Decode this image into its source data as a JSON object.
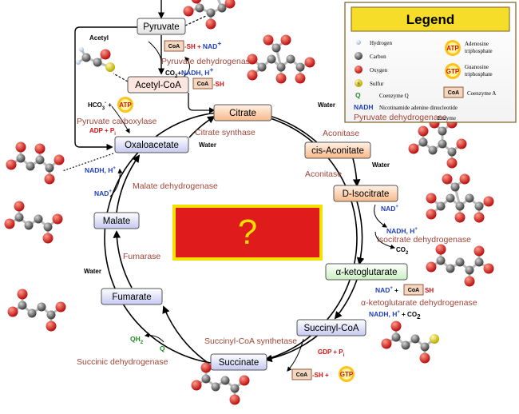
{
  "metabolites": {
    "pyruvate": "Pyruvate",
    "acetyl_coa": "Acetyl-CoA",
    "citrate": "Citrate",
    "cis_aconitate": "cis-Aconitate",
    "d_isocitrate": "D-Isocitrate",
    "alpha_ketoglutarate": "α-ketoglutarate",
    "succinyl_coa": "Succinyl-CoA",
    "succinate": "Succinate",
    "fumarate": "Fumarate",
    "malate": "Malate",
    "oxaloacetate": "Oxaloacetate"
  },
  "enzymes": {
    "pyruvate_dehydrogenase": "Pyruvate dehydrogenase",
    "pyruvate_carboxylase": "Pyruvate carboxylase",
    "citrate_synthase": "Citrate synthase",
    "aconitase_1": "Aconitase",
    "aconitase_2": "Aconitase",
    "isocitrate_dehydrogenase": "Isocitrate dehydrogenase",
    "akg_dehydrogenase": "α-ketoglutarate dehydrogenase",
    "succinyl_coa_synthetase": "Succinyl-CoA synthetase",
    "succinic_dehydrogenase": "Succinic dehydrogenase",
    "fumarase": "Fumarase",
    "malate_dehydrogenase": "Malate dehydrogenase"
  },
  "cofactors": {
    "pdh_sh": "-SH + ",
    "pdh_nad": "NAD",
    "pdh_nad_sup": "+",
    "pdh_co2": "CO",
    "pdh_co2_sub": "2",
    "pdh_plus": "+",
    "pdh_nadh": "NADH, H",
    "pdh_nadh_sup": "+",
    "acetyl_sh": "-SH",
    "hco3": "HCO",
    "hco3_sub": "3",
    "hco3_sup": "-",
    "hco3_plus": " + ",
    "adp_pi": "ADP + P",
    "adp_pi_sub": "i",
    "water_citrate_synthase": "Water",
    "water_citrate": "Water",
    "water_aconitase": "Water",
    "water_fumarase": "Water",
    "idh_nad": "NAD",
    "idh_nad_sup": "+",
    "idh_nadh": "NADH, H",
    "idh_nadh_sup": "+",
    "idh_co2": "CO",
    "idh_co2_sub": "2",
    "akg_nad": "NAD",
    "akg_nad_sup": "+",
    "akg_plus": " + ",
    "akg_sh": "SH",
    "akg_nadh": "NADH, H",
    "akg_nadh_sup": "+",
    "akg_co2": " + CO",
    "akg_co2_sub": "2",
    "gdp_pi": "GDP + P",
    "gdp_pi_sub": "i",
    "scs_sh": "-SH + ",
    "mdh_nadh": "NADH, H",
    "mdh_nadh_sup": "+",
    "mdh_nad": "NAD",
    "mdh_nad_sup": "+",
    "qh2": "QH",
    "qh2_sub": "2",
    "q": "Q",
    "acetyl_label": "Acetyl"
  },
  "coa_label": "CoA",
  "atp_label": "ATP",
  "gtp_label": "GTP",
  "sulfur_letter": "S",
  "center": {
    "symbol": "?",
    "fill_color": "#e01b1b",
    "border_color": "#f5e100",
    "symbol_color": "#f5e100"
  },
  "legend": {
    "title": "Legend",
    "title_bg": "#f5dd2a",
    "hydrogen": "Hydrogen",
    "carbon": "Carbon",
    "oxygen": "Oxygen",
    "sulfur": "Sulfur",
    "coenzyme_q_symbol": "Q",
    "coenzyme_q": "Coenzyme Q",
    "nadh_symbol": "NADH",
    "nadh": "Nicotinamide adenine dinucleotide",
    "enzyme_example": "Pyruvate dehydrogenase",
    "enzyme": "Enzyme",
    "atp_line1": "Adenosine",
    "atp_line2": "triphosphate",
    "gtp_line1": "Guanosine",
    "gtp_line2": "triphosphate",
    "coa_name": "Coenzyme A"
  }
}
